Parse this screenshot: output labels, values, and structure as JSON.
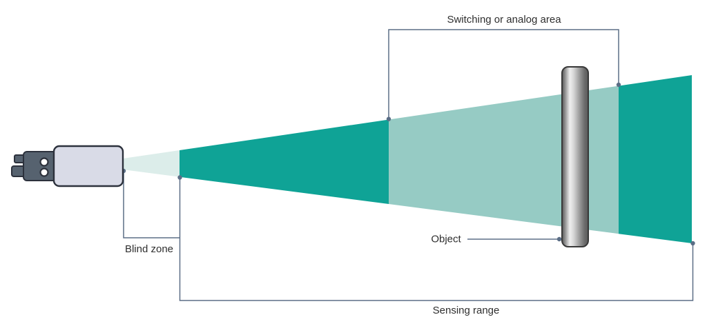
{
  "labels": {
    "switching_area": "Switching or analog area",
    "blind_zone": "Blind zone",
    "object": "Object",
    "sensing_range": "Sensing range"
  },
  "colors": {
    "beam_dark_teal": "#0FA396",
    "beam_medium_teal": "#96CBC4",
    "beam_pale_mint": "#DCEDEA",
    "annotation_line": "#5B6E86",
    "label_text": "#2E2E2E",
    "sensor_body": "#D9DBE7",
    "sensor_connector": "#56626F",
    "sensor_outline": "#2C313C",
    "object_border": "#383838"
  }
}
